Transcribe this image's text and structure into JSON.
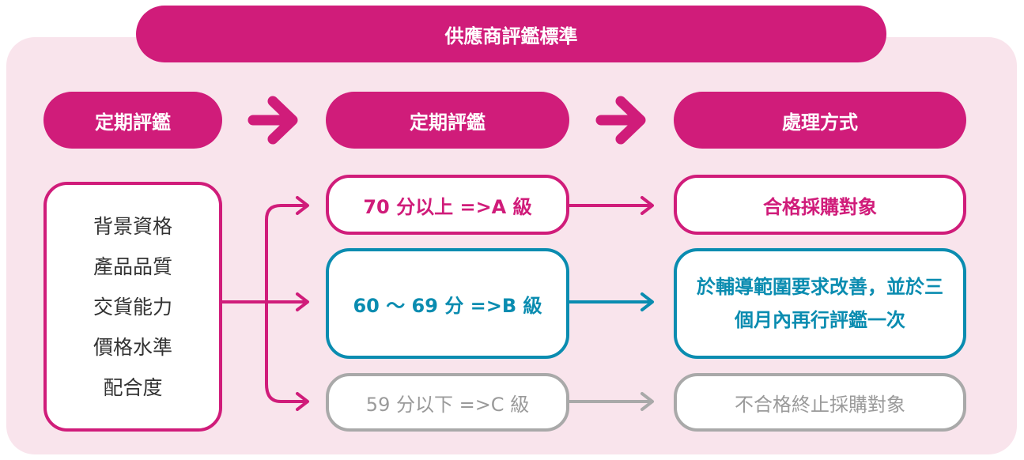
{
  "title": "供應商評鑑標準",
  "headers": [
    "定期評鑑",
    "定期評鑑",
    "處理方式"
  ],
  "criteria": [
    "背景資格",
    "產品品質",
    "交貨能力",
    "價格水準",
    "配合度"
  ],
  "grades": [
    {
      "label": "70 分以上 =>A 級",
      "result": "合格採購對象",
      "color": "#d01c7a"
    },
    {
      "label": "60 ～ 69 分 =>B 級",
      "result": "於輔導範圍要求改善，並於三個月內再行評鑑一次",
      "color": "#0a8cb0"
    },
    {
      "label": "59 分以下 =>C 級",
      "result": "不合格終止採購對象",
      "color": "#a9a9a9"
    }
  ],
  "colors": {
    "brand": "#d01c7a",
    "panel": "#f9e4ec",
    "info": "#0a8cb0",
    "muted": "#a9a9a9"
  }
}
